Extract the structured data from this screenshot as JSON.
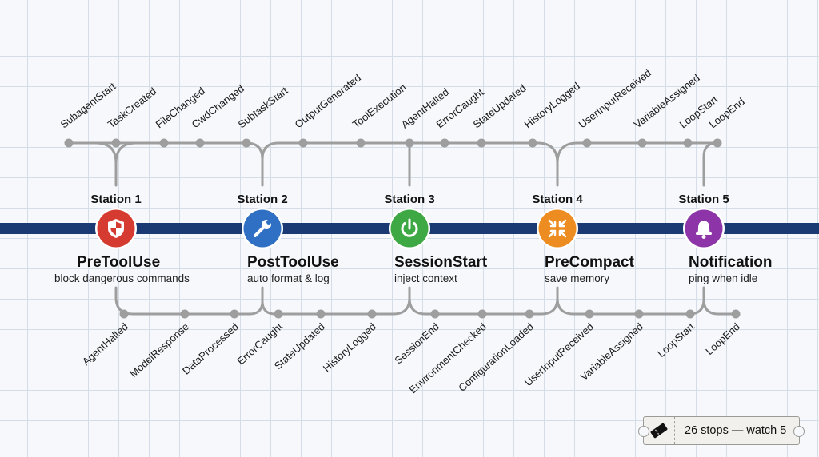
{
  "main_line_color": "#1b3a73",
  "branch_color": "#9e9e9e",
  "stations": [
    {
      "label": "Station 1",
      "hook": "PreToolUse",
      "description": "block dangerous commands",
      "color": "#d63b31",
      "icon": "shield-icon"
    },
    {
      "label": "Station 2",
      "hook": "PostToolUse",
      "description": "auto format & log",
      "color": "#2f6fc4",
      "icon": "wrench-icon"
    },
    {
      "label": "Station 3",
      "hook": "SessionStart",
      "description": "inject context",
      "color": "#3ea845",
      "icon": "power-icon"
    },
    {
      "label": "Station 4",
      "hook": "PreCompact",
      "description": "save memory",
      "color": "#ec8c21",
      "icon": "compress-arrows-icon"
    },
    {
      "label": "Station 5",
      "hook": "Notification",
      "description": "ping when idle",
      "color": "#8c34a8",
      "icon": "bell-icon"
    }
  ],
  "top_stops": [
    "SubagentStart",
    "TaskCreated",
    "FileChanged",
    "CwdChanged",
    "SubtaskStart",
    "OutputGenerated",
    "ToolExecution",
    "AgentHalted",
    "ErrorCaught",
    "StateUpdated",
    "HistoryLogged",
    "UserInputReceived",
    "VariableAssigned",
    "LoopStart",
    "LoopEnd"
  ],
  "bottom_stops": [
    "AgentHalted",
    "ModelResponse",
    "DataProcessed",
    "ErrorCaught",
    "StateUpdated",
    "HistoryLogged",
    "SessionEnd",
    "EnvironmentChecked",
    "ConfigurationLoaded",
    "UserInputReceived",
    "VariableAssigned",
    "LoopStart",
    "LoopEnd"
  ],
  "ticket": {
    "text": "26 stops — watch 5",
    "icon": "ticket-icon"
  }
}
